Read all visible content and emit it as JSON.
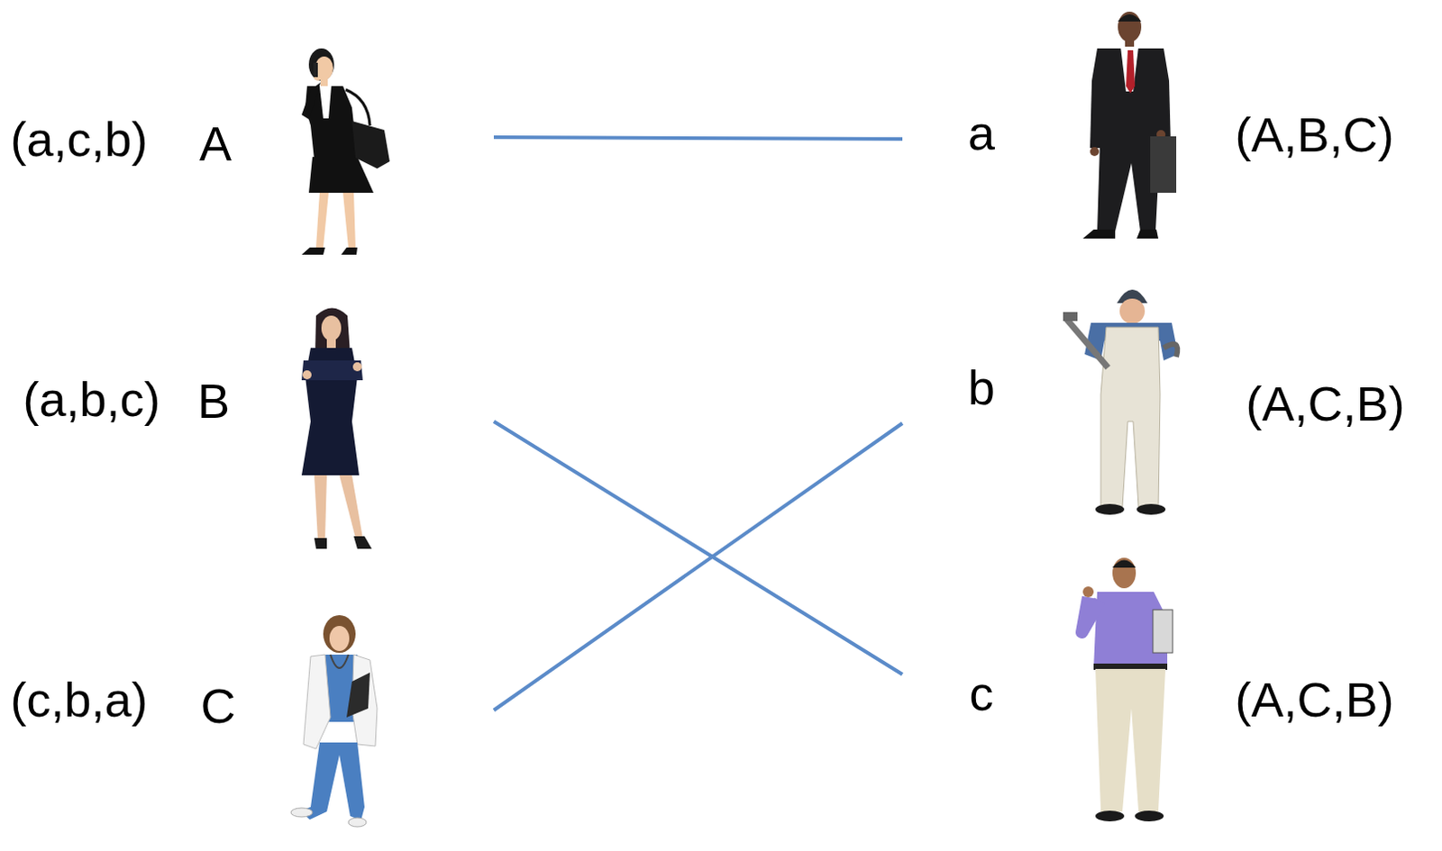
{
  "diagram": {
    "nodes": [
      {
        "text": [
          "(a,c,b)",
          "A"
        ]
      },
      {
        "text": [
          "a",
          "(A,B,C)"
        ]
      },
      {
        "text": [
          "(a,b,c)",
          "B"
        ]
      },
      {
        "text": [
          "b",
          "(A,C,B)"
        ]
      },
      {
        "text": [
          "(c,b,a)",
          "C"
        ]
      },
      {
        "text": [
          "c",
          "(A,C,B)"
        ]
      }
    ],
    "edges": [
      {
        "from": 0,
        "to": 1,
        "arrow": "none"
      },
      {
        "from": 2,
        "to": 5,
        "arrow": "none"
      },
      {
        "from": 4,
        "to": 3,
        "arrow": "none"
      }
    ]
  }
}
